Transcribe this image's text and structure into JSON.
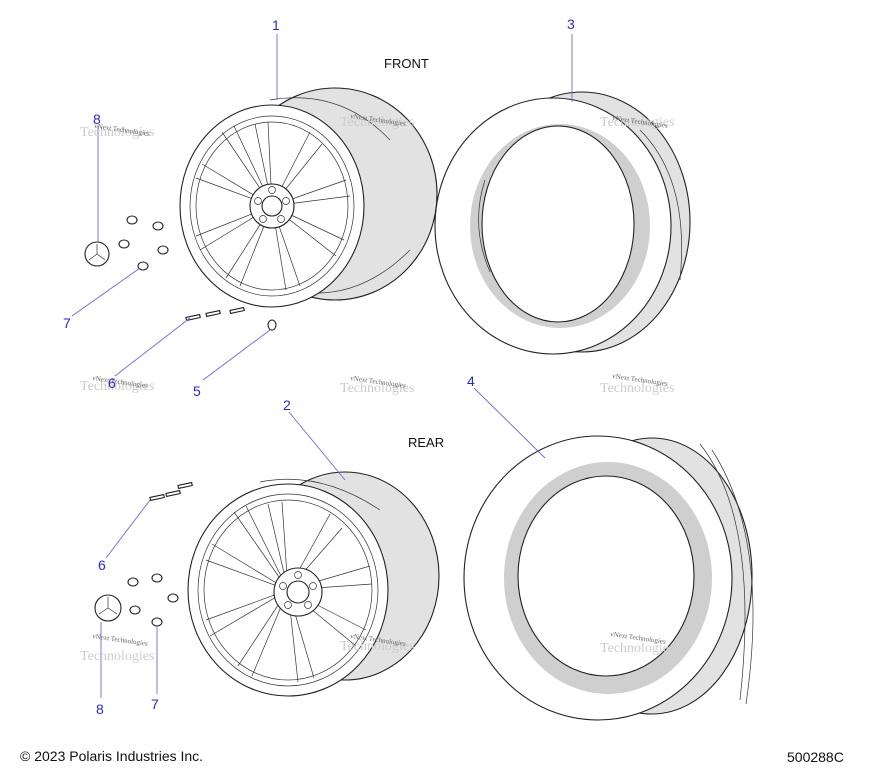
{
  "labels": {
    "front": "FRONT",
    "rear": "REAR"
  },
  "callouts": {
    "c1": "1",
    "c2": "2",
    "c3": "3",
    "c4": "4",
    "c5": "5",
    "c6_front": "6",
    "c6_rear": "6",
    "c7_front": "7",
    "c7_rear": "7",
    "c8_front": "8",
    "c8_rear": "8"
  },
  "footer": {
    "copyright": "© 2023 Polaris Industries Inc.",
    "diagram_id": "500288C"
  },
  "watermark": {
    "text": "vNext Technologies"
  },
  "colors": {
    "callout": "#2a2acc",
    "leader": "#6a6ad8",
    "line": "#222222"
  }
}
